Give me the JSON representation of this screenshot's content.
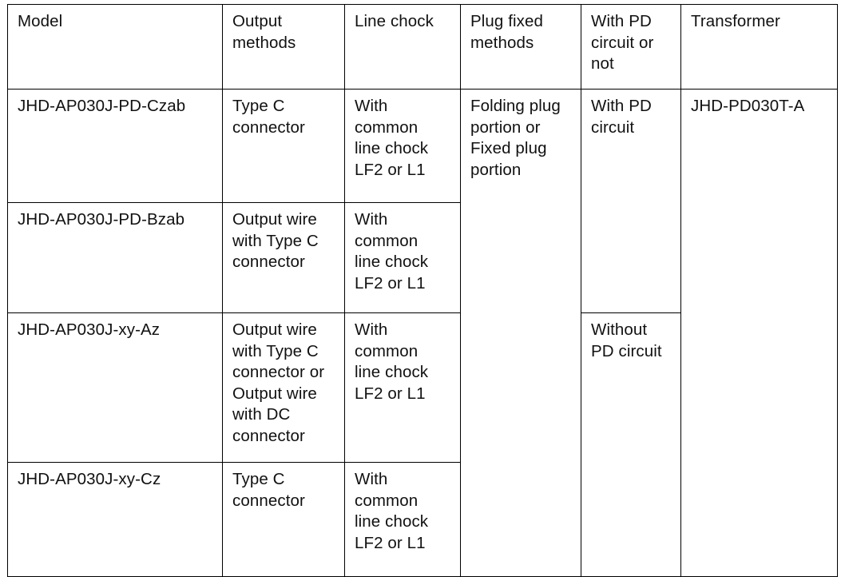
{
  "table": {
    "columns": [
      {
        "key": "model",
        "header": "Model"
      },
      {
        "key": "output_methods",
        "header": "Output\nmethods"
      },
      {
        "key": "line_chock",
        "header": "Line chock"
      },
      {
        "key": "plug_fixed_methods",
        "header": "Plug fixed\nmethods"
      },
      {
        "key": "pd_circuit",
        "header": "With PD\ncircuit or\nnot"
      },
      {
        "key": "transformer",
        "header": "Transformer"
      }
    ],
    "rows": [
      {
        "model": "JHD-AP030J-PD-Czab",
        "output_methods": "Type C\nconnector",
        "line_chock": "With\ncommon\nline chock\nLF2 or L1"
      },
      {
        "model": "JHD-AP030J-PD-Bzab",
        "output_methods": "Output wire\nwith Type C\nconnector",
        "line_chock": "With\ncommon\nline chock\nLF2 or L1"
      },
      {
        "model": "JHD-AP030J-xy-Az",
        "output_methods": "Output wire\nwith Type C\nconnector or\nOutput wire\nwith DC\nconnector",
        "line_chock": "With\ncommon\nline chock\nLF2 or L1"
      },
      {
        "model": "JHD-AP030J-xy-Cz",
        "output_methods": "Type C\nconnector",
        "line_chock": "With\ncommon\nline chock\nLF2 or L1"
      }
    ],
    "merged": {
      "plug_fixed_methods_all_rows": "Folding plug\nportion or\nFixed plug\nportion",
      "pd_circuit_rows_1_2": "With PD\ncircuit",
      "pd_circuit_rows_3_4": "Without\nPD circuit",
      "transformer_all_rows": "JHD-PD030T-A"
    }
  },
  "colors": {
    "border": "#000000",
    "text": "#111111",
    "background": "#ffffff"
  }
}
